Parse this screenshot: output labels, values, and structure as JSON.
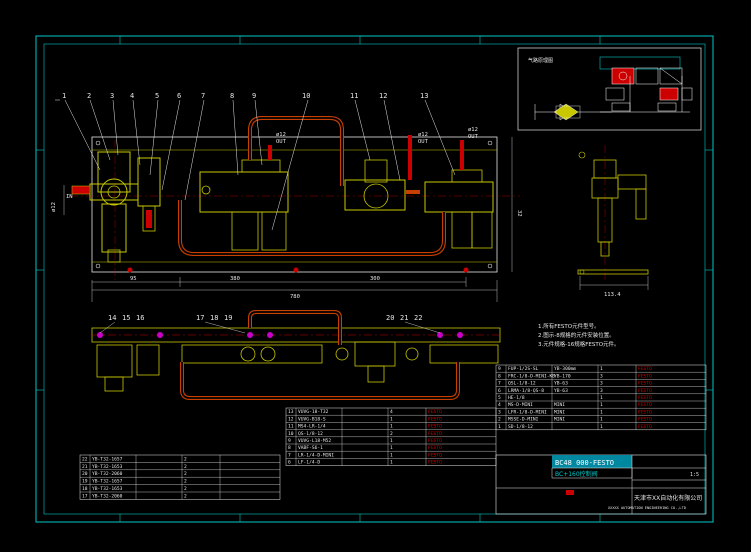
{
  "balloons": [
    "1",
    "2",
    "3",
    "4",
    "5",
    "6",
    "7",
    "8",
    "9",
    "10",
    "11",
    "12",
    "13"
  ],
  "balloons_bottom": [
    "14",
    "15",
    "16",
    "17",
    "18",
    "19",
    "20",
    "21",
    "22"
  ],
  "ports": {
    "in": "IN",
    "out_a": "OUT",
    "out_b": "OUT",
    "out_c": "OUT",
    "size_a": "ø12",
    "size_b": "ø12",
    "size_c": "ø12",
    "size_in": "ø12"
  },
  "dims": {
    "d_left": "95",
    "d_mid": "380",
    "d_right": "300",
    "total": "780",
    "side_w": "113.4",
    "h_right": "32"
  },
  "notes": [
    "1.所有FESTO元件型号。",
    "2.图示-8规格的元件安装位置。",
    "3.元件规格-16规格FESTO元件。"
  ],
  "title_block": {
    "part_no": "BC48 000-FESTO",
    "name": "BC+160控制阀",
    "scale": "1:5",
    "company": "天津市XX自动化有限公司",
    "company_en": "XXXXX AUTOMATION ENGINEERING CO.,LTD"
  },
  "bom_right": [
    [
      "9",
      "FUP-1/2S-SL",
      "YB-300mm",
      "1",
      "FESTO"
    ],
    [
      "8",
      "FRC-1/8-D-MINI-KB",
      "YB-170",
      "3",
      "FESTO"
    ],
    [
      "7",
      "QSL-1/8-12",
      "YB-63",
      "3",
      "FESTO"
    ],
    [
      "6",
      "LRMA-1/8-QS-8",
      "YB-63",
      "3",
      "FESTO"
    ],
    [
      "5",
      "HE-1/8",
      "",
      "1",
      "FESTO"
    ],
    [
      "4",
      "MS-D-MINI",
      "MINI",
      "1",
      "FESTO"
    ],
    [
      "3",
      "LFR-1/8-D-MINI",
      "MINI",
      "1",
      "FESTO"
    ],
    [
      "2",
      "MSSE-D-MINI",
      "MINI",
      "1",
      "FESTO"
    ],
    [
      "1",
      "SD-1/8-12",
      "",
      "1",
      "FESTO"
    ]
  ],
  "bom_mid": [
    [
      "13",
      "VUVG-18-T32",
      "",
      "4",
      "FESTO"
    ],
    [
      "12",
      "VUVG-B18-S",
      "",
      "1",
      "FESTO"
    ],
    [
      "11",
      "MS4-LR-1/4",
      "",
      "1",
      "FESTO"
    ],
    [
      "10",
      "QS-1/8-12",
      "",
      "2",
      "FESTO"
    ],
    [
      "9",
      "VUVG-L18-M52",
      "",
      "1",
      "FESTO"
    ],
    [
      "8",
      "VABF-S6-1",
      "",
      "1",
      "FESTO"
    ],
    [
      "7",
      "LR-1/4-D-MINI",
      "",
      "1",
      "FESTO"
    ],
    [
      "6",
      "LF-1/4-D",
      "",
      "1",
      "FESTO"
    ]
  ],
  "bom_left": [
    [
      "22",
      "YB-T32-1657",
      "",
      "2",
      ""
    ],
    [
      "21",
      "YB-T32-1653",
      "",
      "2",
      ""
    ],
    [
      "20",
      "YB-T32-2060",
      "",
      "2",
      ""
    ],
    [
      "19",
      "YB-T32-1657",
      "",
      "2",
      ""
    ],
    [
      "18",
      "YB-T32-1653",
      "",
      "2",
      ""
    ],
    [
      "17",
      "YB-T32-2060",
      "",
      "2",
      ""
    ]
  ]
}
